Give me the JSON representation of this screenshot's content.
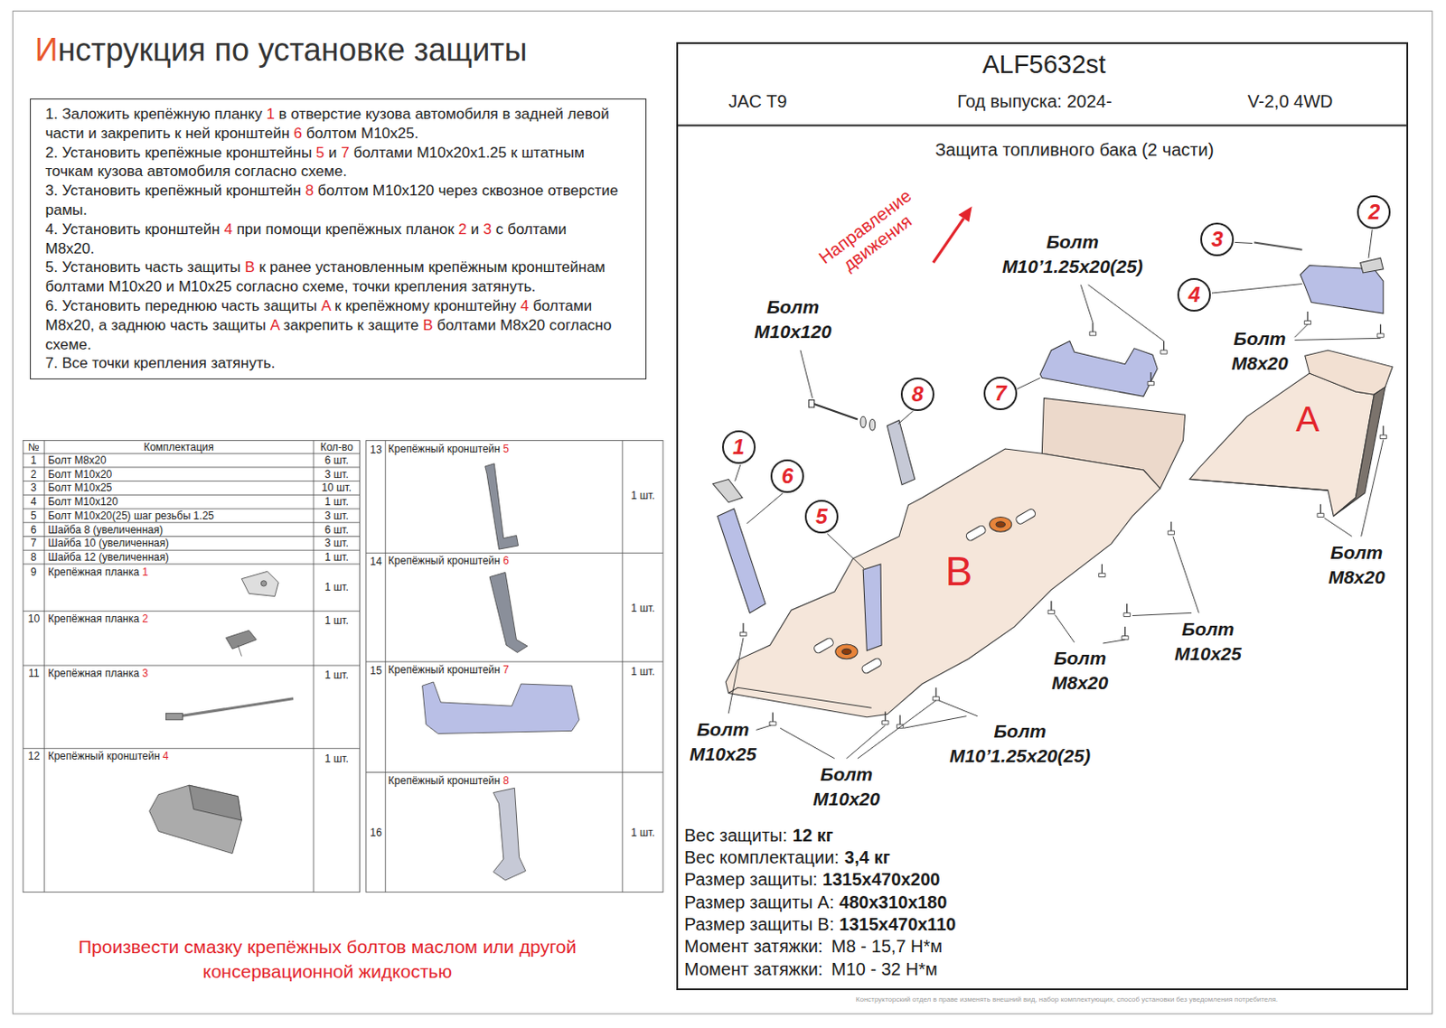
{
  "diagram": {
    "title": "Инструкция по установке защиты",
    "nodes": [
      {
        "text": [
          "1. Заложить крепёжную планку 1 в отверстие кузова автомобиля в задней левой части и закрепить к ней кронштейн 6 болтом M10x25.",
          "2. Установить крепёжные кронштейны 5 и 7 болтами M10x20x1.25 к штатным точкам кузова автомобиля согласно схеме.",
          "3. Установить крепёжный кронштейн 8 болтом M10x120 через сквозное отверстие рамы.",
          "4. Установить кронштейн 4 при помощи крепёжных планок 2 и 3 с болтами M8x20.",
          "5. Установить часть защиты B к ранее установленным крепёжным кронштейнам болтами M10x20 и M10x25 согласно схеме, точки крепления затянуть.",
          "6. Установить переднюю часть защиты A к крепёжному кронштейну 4 болтами M8x20, а заднюю часть защиты A закрепить к защите B болтами M8x20 согласно схеме.",
          "7. Все точки крепления затянуть."
        ]
      },
      {
        "text": [
          "ALF5632st",
          "JAC T9",
          "Год выпуска: 2024-",
          "V-2,0 4WD",
          "Защита топливного бака (2 части)"
        ]
      },
      {
        "text": [
          "1"
        ],
        "in": 1
      },
      {
        "text": [
          "2"
        ],
        "in": 1
      },
      {
        "text": [
          "3"
        ],
        "in": 1
      },
      {
        "text": [
          "4"
        ],
        "in": 1
      },
      {
        "text": [
          "5"
        ],
        "in": 1
      },
      {
        "text": [
          "6"
        ],
        "in": 1
      },
      {
        "text": [
          "7"
        ],
        "in": 1
      },
      {
        "text": [
          "8"
        ],
        "in": 1
      }
    ],
    "labels": [
      "№",
      "Комплектация",
      "Кол-во",
      "1",
      "Болт M8x20",
      "6 шт.",
      "2",
      "Болт M10x20",
      "3 шт.",
      "3",
      "Болт M10x25",
      "10 шт.",
      "4",
      "Болт M10x120",
      "1 шт.",
      "5",
      "Болт M10x20(25) шаг резьбы 1.25",
      "3 шт.",
      "6",
      "Шайба 8 (увеличенная)",
      "6 шт.",
      "7",
      "Шайба 10 (увеличенная)",
      "3 шт.",
      "8",
      "Шайба 12 (увеличенная)",
      "1 шт.",
      "9",
      "Крепёжная планка 1",
      "1 шт.",
      "10",
      "Крепёжная планка 2",
      "1 шт.",
      "11",
      "Крепёжная планка 3",
      "1 шт.",
      "12",
      "Крепёжный кронштейн 4",
      "1 шт.",
      "13",
      "Крепёжный кронштейн 5",
      "1 шт.",
      "14",
      "Крепёжный кронштейн 6",
      "1 шт.",
      "15",
      "Крепёжный кронштейн 7",
      "1 шт.",
      "16",
      "Крепёжный кронштейн 8",
      "1 шт.",
      "Произвести смазку крепёжных болтов маслом или другой консервационной жидкостью",
      "Направление движения",
      "A",
      "B",
      "Болт M10x120",
      "Болт M10’1.25x20(25)",
      "Болт M8x20",
      "Болт M8x20",
      "Болт M10x25",
      "Болт M8x20",
      "Болт M10x25",
      "Болт M10x20",
      "Болт M10’1.25x20(25)",
      "Вес защиты:",
      "12 кг",
      "Вес комплектации:",
      "3,4 кг",
      "Размер защиты:",
      "1315x470x200",
      "Размер защиты A:",
      "480x310x180",
      "Размер защиты B:",
      "1315x470x110",
      "Момент затяжки:",
      "M8 - 15,7 Н*м",
      "Момент затяжки:",
      "M10 - 32 Н*м",
      "Конструкторский отдел в праве изменять внешний вид, набор комплектующих, способ установки без уведомления потребителя."
    ]
  }
}
